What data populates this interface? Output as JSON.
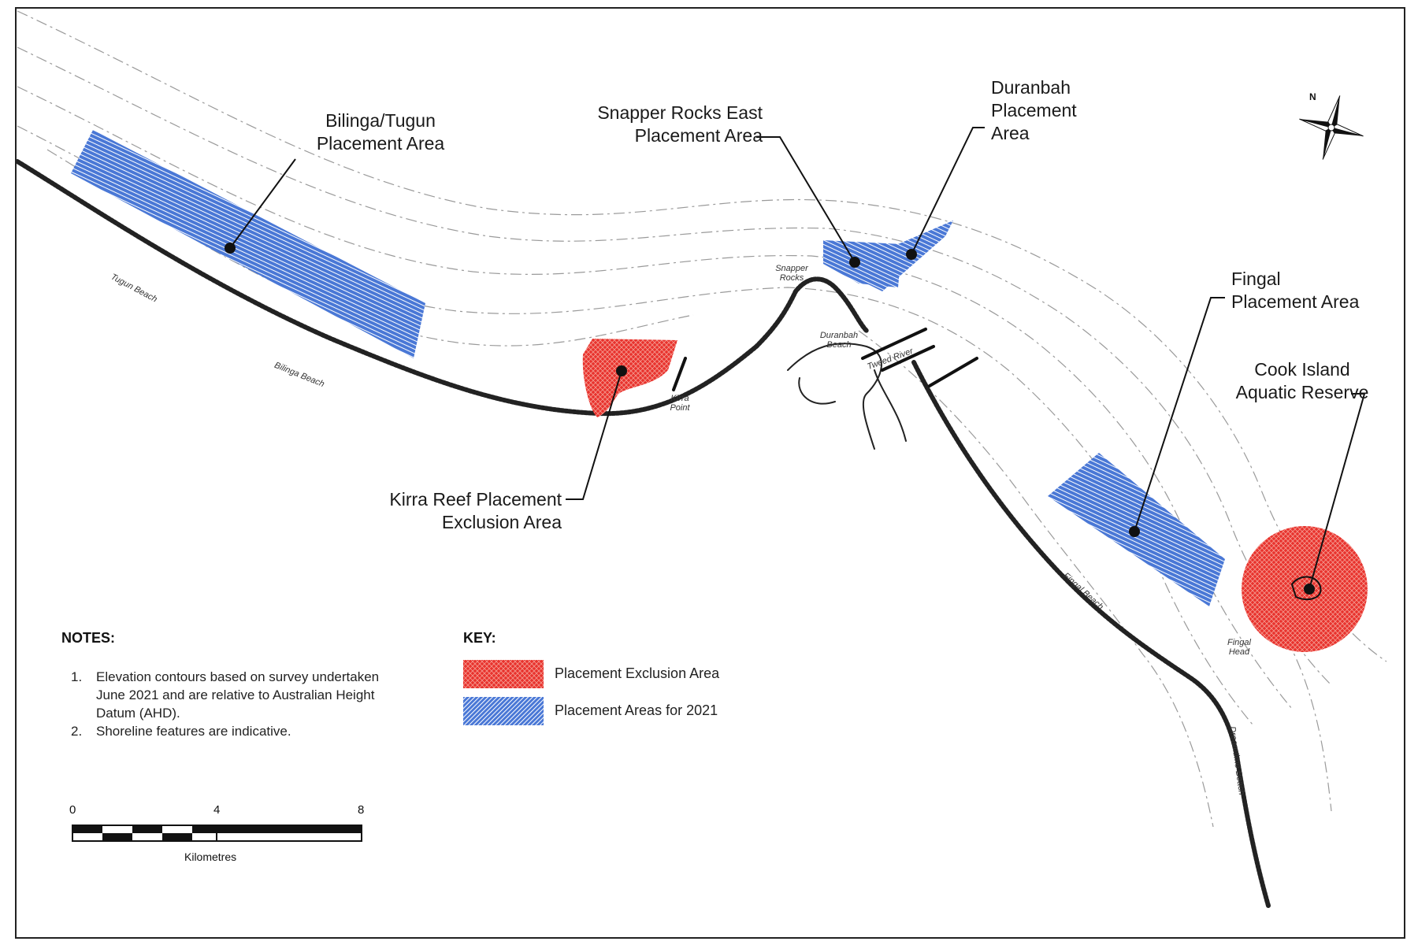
{
  "map_labels": {
    "bilinga": "Bilinga/Tugun\nPlacement Area",
    "snapper": "Snapper Rocks East\nPlacement Area",
    "duranbah": "Duranbah\nPlacement\nArea",
    "fingal": "Fingal\nPlacement Area",
    "cook": "Cook Island\nAquatic Reserve",
    "kirra": "Kirra Reef Placement\nExclusion Area"
  },
  "place_names": {
    "tugun_beach": "Tugun Beach",
    "bilinga_beach": "Bilinga Beach",
    "kirra_point": "Kirra\nPoint",
    "snapper_rocks": "Snapper\nRocks",
    "duranbah_beach": "Duranbah\nBeach",
    "tweed_river": "Tweed River",
    "fingal_beach": "Fingal Beach",
    "fingal_head": "Fingal\nHead",
    "dreamtime_beach": "Dreamtime Beach"
  },
  "notes": {
    "heading": "NOTES:",
    "items": [
      {
        "num": "1.",
        "text": "Elevation contours based on survey undertaken June 2021 and are relative to Australian Height Datum (AHD)."
      },
      {
        "num": "2.",
        "text": "Shoreline features are indicative."
      }
    ]
  },
  "key": {
    "heading": "KEY:",
    "exclusion": "Placement Exclusion Area",
    "placement": "Placement Areas for 2021"
  },
  "scale": {
    "t0": "0",
    "t4": "4",
    "t8": "8",
    "unit": "Kilometres"
  },
  "north": "N",
  "colors": {
    "placement_blue": "#4a78d6",
    "exclusion_red": "#e8322d",
    "coast": "#222222",
    "contour": "#9a9a9a"
  }
}
